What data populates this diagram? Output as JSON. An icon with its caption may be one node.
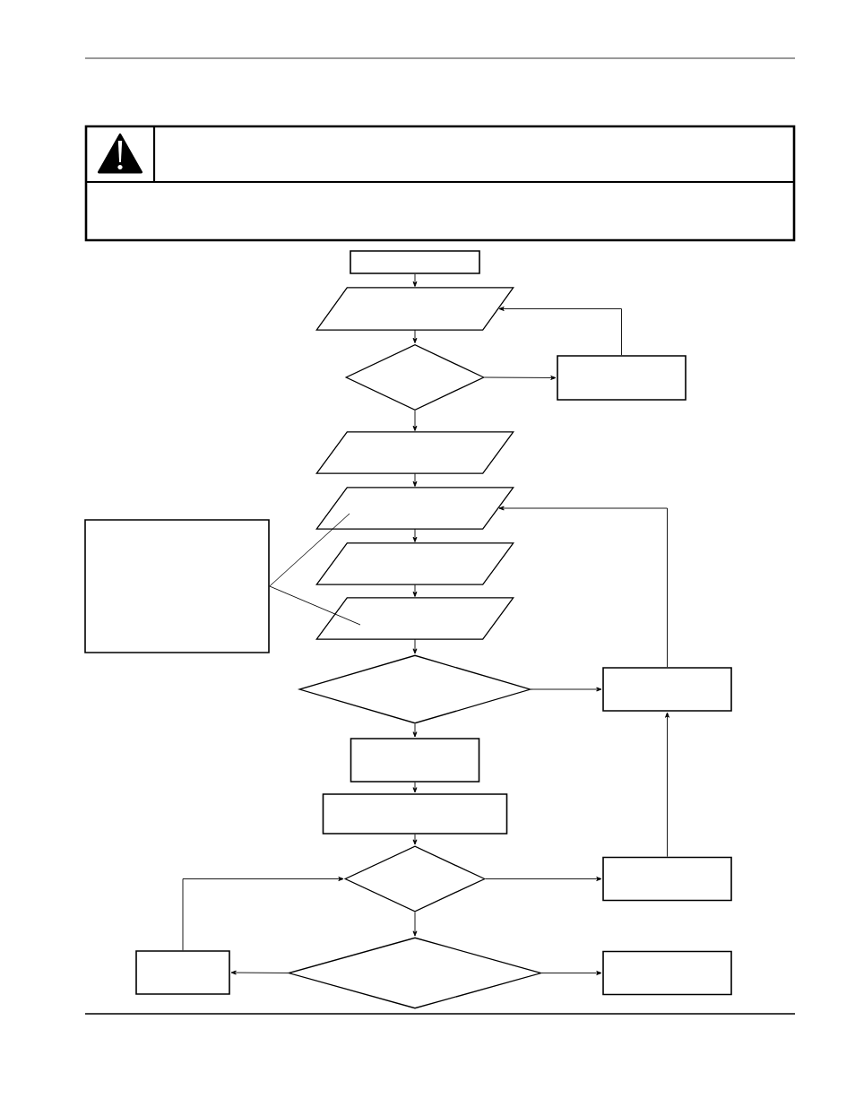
{
  "diagram": {
    "nodes": [
      {
        "text": [],
        "shape": "box"
      },
      {
        "text": [],
        "shape": "parallelogram"
      },
      {
        "text": [],
        "shape": "diamond"
      },
      {
        "text": [],
        "shape": "box"
      },
      {
        "text": [],
        "shape": "parallelogram"
      },
      {
        "text": [],
        "shape": "parallelogram"
      },
      {
        "text": [],
        "shape": "box"
      },
      {
        "text": [],
        "shape": "parallelogram"
      },
      {
        "text": [],
        "shape": "parallelogram"
      },
      {
        "text": [],
        "shape": "diamond"
      },
      {
        "text": [],
        "shape": "box"
      },
      {
        "text": [],
        "shape": "box"
      },
      {
        "text": [],
        "shape": "box"
      },
      {
        "text": [],
        "shape": "diamond"
      },
      {
        "text": [],
        "shape": "box"
      },
      {
        "text": [],
        "shape": "box"
      },
      {
        "text": [],
        "shape": "diamond"
      },
      {
        "text": [],
        "shape": "box"
      }
    ],
    "edges": [
      {
        "from": 0,
        "to": 1,
        "arrow": "to"
      },
      {
        "from": 1,
        "to": 2,
        "arrow": "to"
      },
      {
        "from": 2,
        "to": 3,
        "arrow": "to"
      },
      {
        "from": 3,
        "to": 1,
        "arrow": "to"
      },
      {
        "from": 2,
        "to": 4,
        "arrow": "to"
      },
      {
        "from": 4,
        "to": 5,
        "arrow": "to"
      },
      {
        "from": 5,
        "to": 7,
        "arrow": "to"
      },
      {
        "from": 7,
        "to": 8,
        "arrow": "to"
      },
      {
        "from": 8,
        "to": 9,
        "arrow": "to"
      },
      {
        "from": 9,
        "to": 10,
        "arrow": "to"
      },
      {
        "from": 10,
        "to": 5,
        "arrow": "to"
      },
      {
        "from": 9,
        "to": 11,
        "arrow": "to"
      },
      {
        "from": 11,
        "to": 12,
        "arrow": "to"
      },
      {
        "from": 12,
        "to": 13,
        "arrow": "to"
      },
      {
        "from": 13,
        "to": 14,
        "arrow": "to"
      },
      {
        "from": 14,
        "to": 10,
        "arrow": "to"
      },
      {
        "from": 13,
        "to": 16,
        "arrow": "to"
      },
      {
        "from": 16,
        "to": 15,
        "arrow": "to"
      },
      {
        "from": 16,
        "to": 17,
        "arrow": "to"
      },
      {
        "from": 15,
        "to": 13,
        "arrow": "to"
      },
      {
        "from": 6,
        "to": 5,
        "arrow": "none"
      },
      {
        "from": 6,
        "to": 8,
        "arrow": "none"
      }
    ]
  }
}
